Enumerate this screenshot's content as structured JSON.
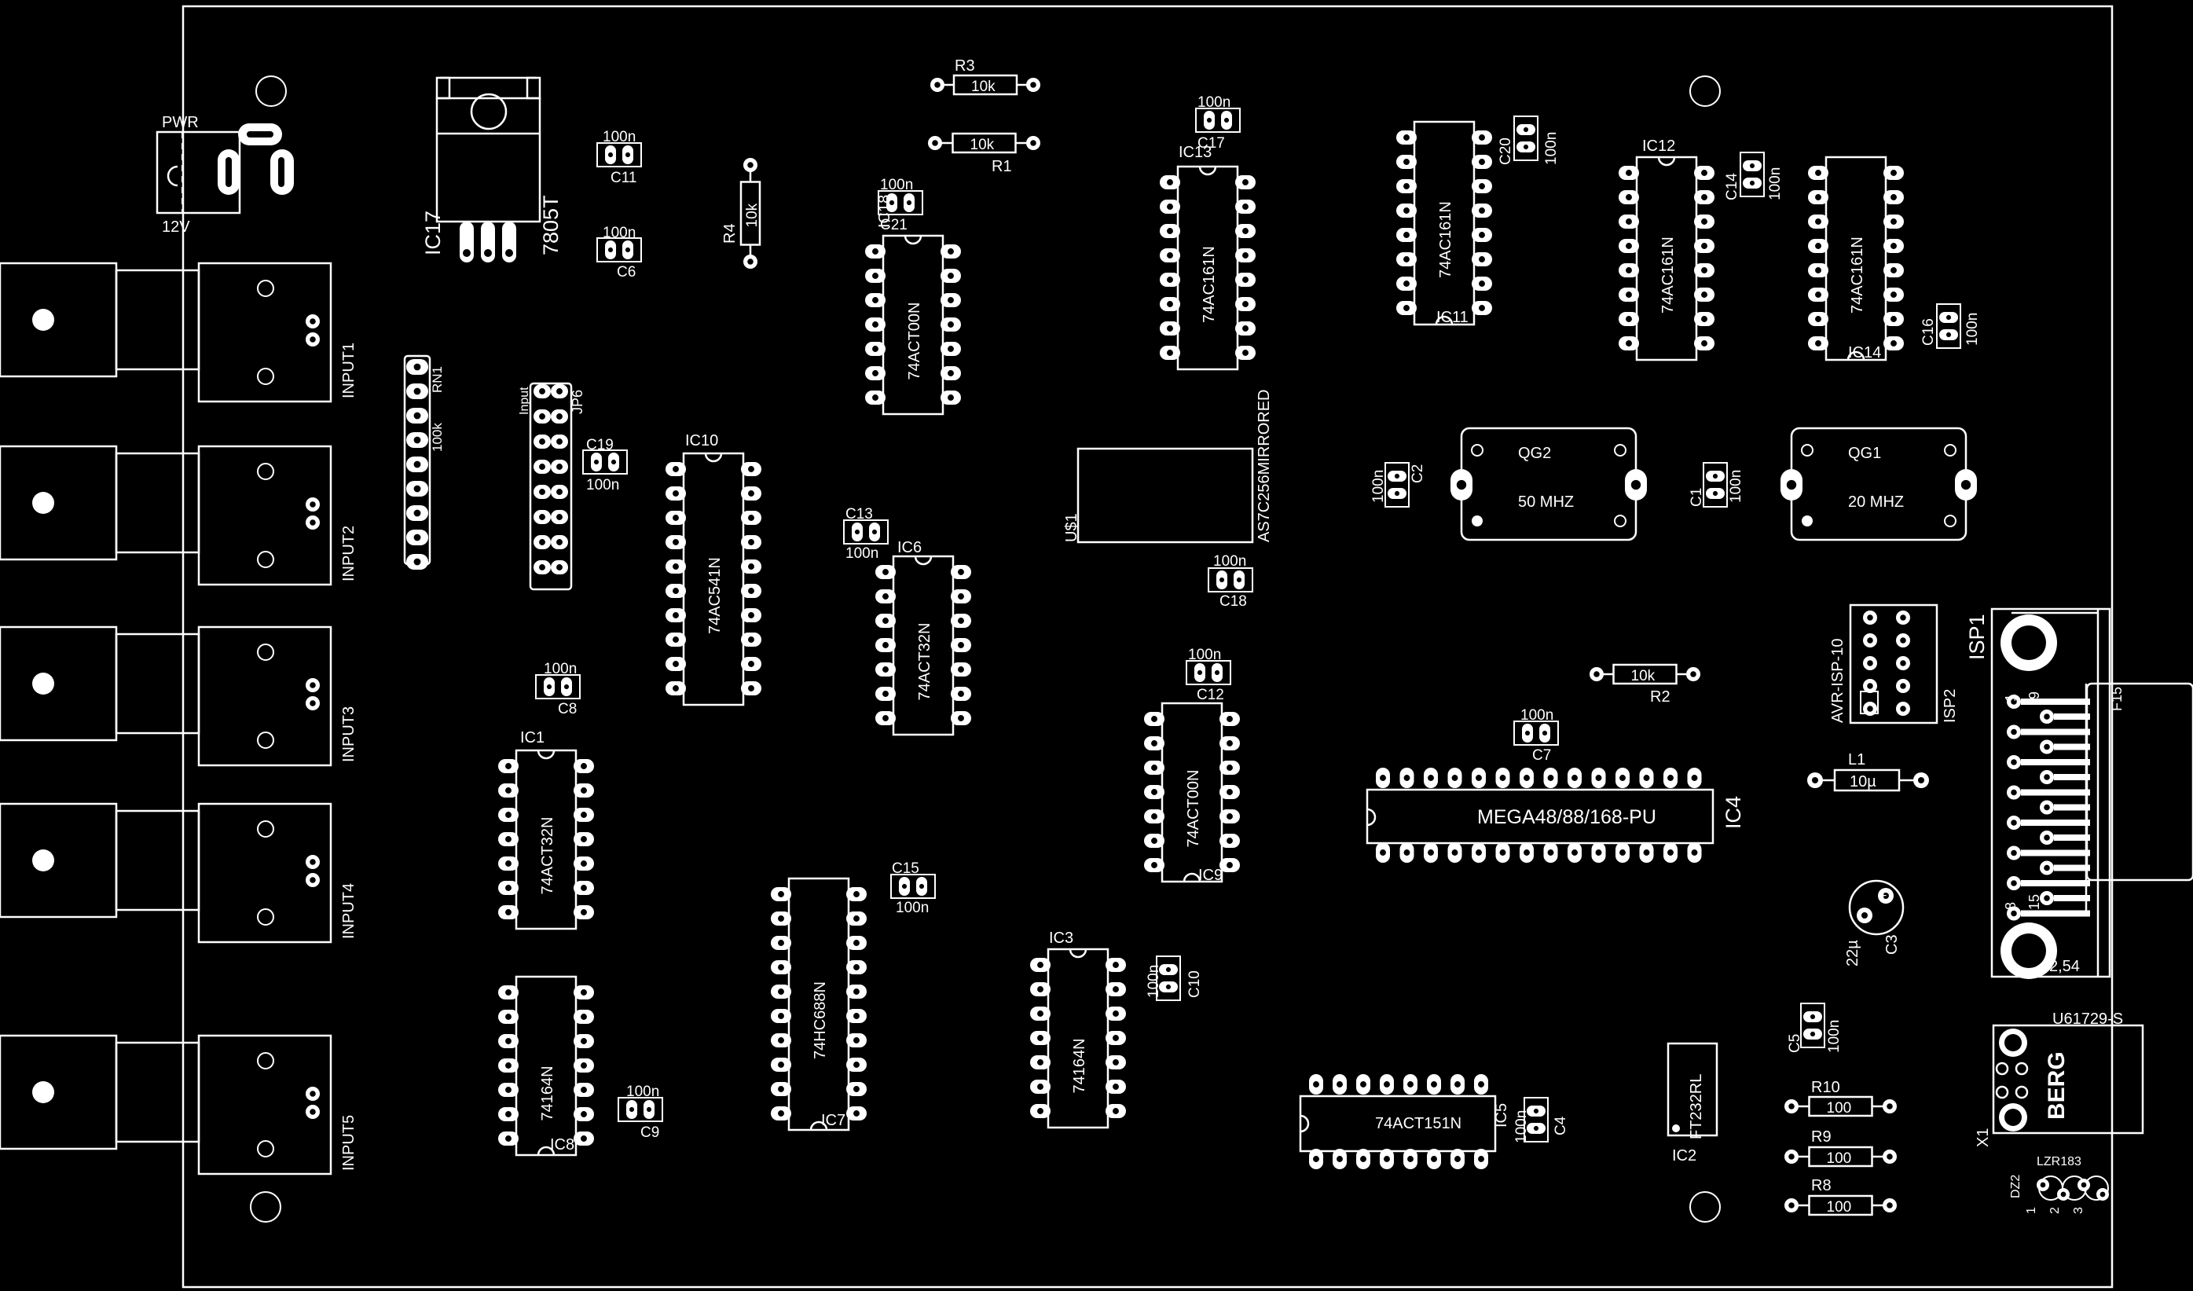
{
  "title": "",
  "power": {
    "label": "PWR",
    "voltage": "12V"
  },
  "regulator": {
    "ref": "IC17",
    "value": "7805T"
  },
  "inputs": [
    "INPUT1",
    "INPUT2",
    "INPUT3",
    "INPUT4",
    "INPUT5"
  ],
  "resistor_network": {
    "ref": "RN1",
    "value": "100k"
  },
  "jumper": {
    "ref": "JP6",
    "label": "Input"
  },
  "resistors": [
    {
      "id": "r3",
      "ref": "R3",
      "value": "10k"
    },
    {
      "id": "r1",
      "ref": "R1",
      "value": "10k"
    },
    {
      "id": "r4",
      "ref": "R4",
      "value": "10k"
    },
    {
      "id": "r2",
      "ref": "R2",
      "value": "10k"
    },
    {
      "id": "r10",
      "ref": "R10",
      "value": "100"
    },
    {
      "id": "r9",
      "ref": "R9",
      "value": "100"
    },
    {
      "id": "r8",
      "ref": "R8",
      "value": "100"
    }
  ],
  "capacitors": [
    {
      "id": "c11",
      "ref": "C11",
      "value": "100n"
    },
    {
      "id": "c6",
      "ref": "C6",
      "value": "100n"
    },
    {
      "id": "c21",
      "ref": "C21",
      "value": "100n"
    },
    {
      "id": "c17",
      "ref": "C17",
      "value": "100n"
    },
    {
      "id": "c20",
      "ref": "C20",
      "value": "100n"
    },
    {
      "id": "c14",
      "ref": "C14",
      "value": "100n"
    },
    {
      "id": "c16",
      "ref": "C16",
      "value": "100n"
    },
    {
      "id": "c19",
      "ref": "C19",
      "value": "100n"
    },
    {
      "id": "c13",
      "ref": "C13",
      "value": "100n"
    },
    {
      "id": "c18",
      "ref": "C18",
      "value": "100n"
    },
    {
      "id": "c2",
      "ref": "C2",
      "value": "100n"
    },
    {
      "id": "c1",
      "ref": "C1",
      "value": "100n"
    },
    {
      "id": "c8",
      "ref": "C8",
      "value": "100n"
    },
    {
      "id": "c12",
      "ref": "C12",
      "value": "100n"
    },
    {
      "id": "c7",
      "ref": "C7",
      "value": "100n"
    },
    {
      "id": "c15",
      "ref": "C15",
      "value": "100n"
    },
    {
      "id": "c10",
      "ref": "C10",
      "value": "100n"
    },
    {
      "id": "c9",
      "ref": "C9",
      "value": "100n"
    },
    {
      "id": "c4",
      "ref": "C4",
      "value": "100n"
    },
    {
      "id": "c5",
      "ref": "C5",
      "value": "100n"
    }
  ],
  "ics": [
    {
      "id": "ic18",
      "ref": "IC18",
      "value": "74ACT00N"
    },
    {
      "id": "ic13",
      "ref": "IC13",
      "value": "74AC161N"
    },
    {
      "id": "ic11",
      "ref": "IC11",
      "value": "74AC161N"
    },
    {
      "id": "ic12",
      "ref": "IC12",
      "value": "74AC161N"
    },
    {
      "id": "ic14",
      "ref": "IC14",
      "value": "74AC161N"
    },
    {
      "id": "ic10",
      "ref": "IC10",
      "value": "74AC541N"
    },
    {
      "id": "ic6",
      "ref": "IC6",
      "value": "74ACT32N"
    },
    {
      "id": "ic1",
      "ref": "IC1",
      "value": "74ACT32N"
    },
    {
      "id": "ic9",
      "ref": "IC9",
      "value": "74ACT00N"
    },
    {
      "id": "ic8",
      "ref": "IC8",
      "value": "74164N"
    },
    {
      "id": "ic7",
      "ref": "IC7",
      "value": "74HC688N"
    },
    {
      "id": "ic3",
      "ref": "IC3",
      "value": "74164N"
    },
    {
      "id": "ic5",
      "ref": "IC5",
      "value": "74ACT151N"
    },
    {
      "id": "ic4",
      "ref": "IC4",
      "value": "MEGA48/88/168-PU"
    },
    {
      "id": "ic2",
      "ref": "IC2",
      "value": "FT232RL"
    }
  ],
  "ram": {
    "ref": "U$1",
    "value": "AS7C256MIRRORED"
  },
  "oscillators": [
    {
      "id": "qg2",
      "ref": "QG2",
      "value": "50 MHZ"
    },
    {
      "id": "qg1",
      "ref": "QG1",
      "value": "20 MHZ"
    }
  ],
  "isp_header": {
    "ref": "ISP2",
    "value": "AVR-ISP-10"
  },
  "dsub": {
    "ref": "ISP1",
    "value": "F15",
    "pin_a": "1",
    "pin_b": "9",
    "pin_c": "8",
    "pin_d": "15",
    "pitch": "2,54"
  },
  "inductor": {
    "ref": "L1",
    "value": "10µ"
  },
  "elcap": {
    "ref": "C3",
    "value": "22µ"
  },
  "usb": {
    "ref": "X1",
    "value": "U61729-S",
    "brand": "BERG"
  },
  "led": {
    "ref": "DZ2",
    "value": "LZR183",
    "pins": [
      "1",
      "2",
      "3"
    ]
  }
}
